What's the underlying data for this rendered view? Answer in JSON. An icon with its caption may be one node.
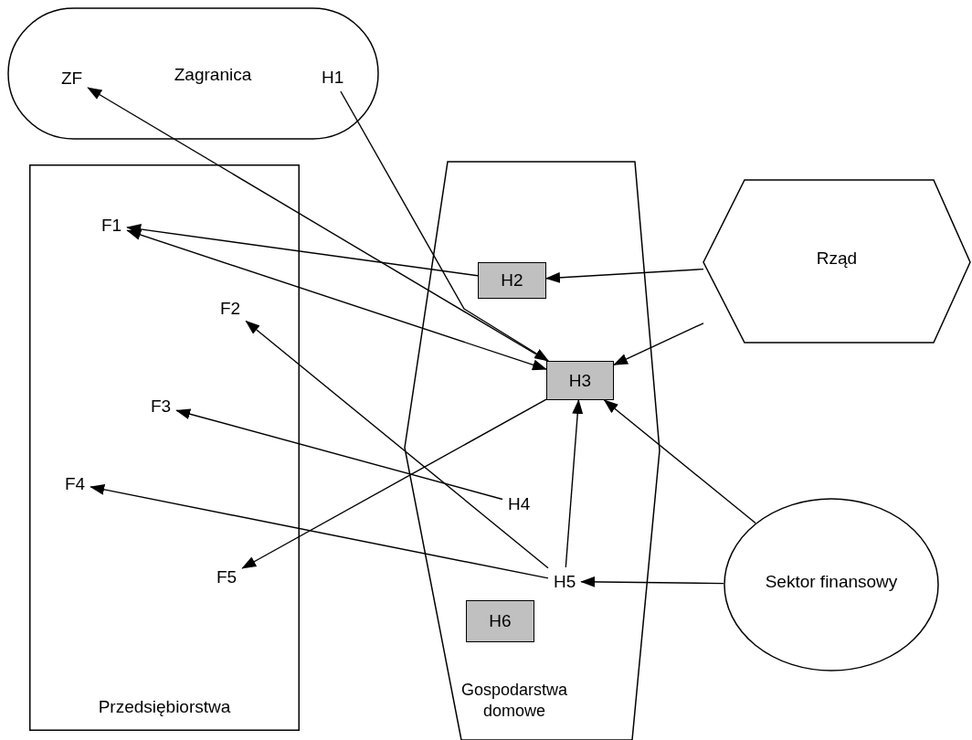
{
  "diagram": {
    "nodes": [
      {
        "text": [
          "Zagranica"
        ]
      },
      {
        "text": [
          "ZF"
        ],
        "in": 0
      },
      {
        "text": [
          "H1"
        ],
        "in": 0
      },
      {
        "text": [
          "Przedsiębiorstwa"
        ]
      },
      {
        "text": [
          "F1"
        ],
        "in": 3
      },
      {
        "text": [
          "F2"
        ],
        "in": 3
      },
      {
        "text": [
          "F3"
        ],
        "in": 3
      },
      {
        "text": [
          "F4"
        ],
        "in": 3
      },
      {
        "text": [
          "F5"
        ],
        "in": 3
      },
      {
        "text": [
          "Gospodarstwa domowe"
        ]
      },
      {
        "text": [
          "H2"
        ],
        "in": 9
      },
      {
        "text": [
          "H3"
        ],
        "in": 9
      },
      {
        "text": [
          "H4"
        ],
        "in": 9
      },
      {
        "text": [
          "H5"
        ],
        "in": 9
      },
      {
        "text": [
          "H6"
        ],
        "in": 9
      },
      {
        "text": [
          "Rząd"
        ]
      },
      {
        "text": [
          "Sektor finansowy"
        ]
      }
    ],
    "edges": [
      {
        "from": 11,
        "to": 1,
        "arrow": "to"
      },
      {
        "from": 2,
        "to": 11,
        "arrow": "to"
      },
      {
        "from": 10,
        "to": 4,
        "arrow": "to"
      },
      {
        "from": 11,
        "to": 4,
        "arrow": "both"
      },
      {
        "from": 13,
        "to": 5,
        "arrow": "to"
      },
      {
        "from": 12,
        "to": 6,
        "arrow": "to"
      },
      {
        "from": 13,
        "to": 7,
        "arrow": "to"
      },
      {
        "from": 11,
        "to": 8,
        "arrow": "to"
      },
      {
        "from": 15,
        "to": 10,
        "arrow": "to"
      },
      {
        "from": 15,
        "to": 11,
        "arrow": "to"
      },
      {
        "from": 16,
        "to": 11,
        "arrow": "to"
      },
      {
        "from": 13,
        "to": 11,
        "arrow": "to"
      },
      {
        "from": 16,
        "to": 13,
        "arrow": "to"
      }
    ]
  }
}
